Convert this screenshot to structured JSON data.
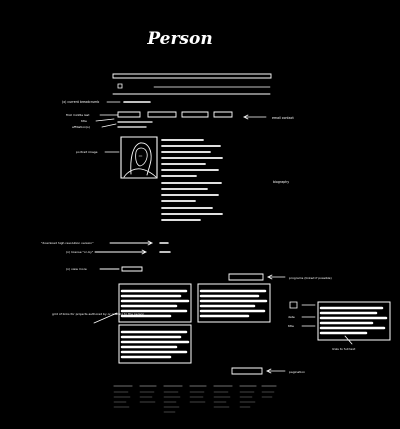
{
  "title": "Person",
  "labels": {
    "current_breadcrumb": "(x) current breadcrumb",
    "name_middle_last": "first middle last",
    "title": "title",
    "affiliation": "affiliation(s)",
    "email_contact": "email contact",
    "portrait_image": "portrait image",
    "biography": "biography",
    "download_resolution": "\"download high resolution version\"",
    "license": "(x) license \"cc-by\"",
    "view_more": "(x) view more",
    "programs": "programs (linked if possible)",
    "grid_of_links": "grid of links for projects authored by or relating to the person",
    "date": "date",
    "title_small": "title",
    "links_full_text": "links to full text",
    "pagination": "pagination"
  },
  "colors": {
    "background": "#000000",
    "ink": "#ffffff"
  }
}
